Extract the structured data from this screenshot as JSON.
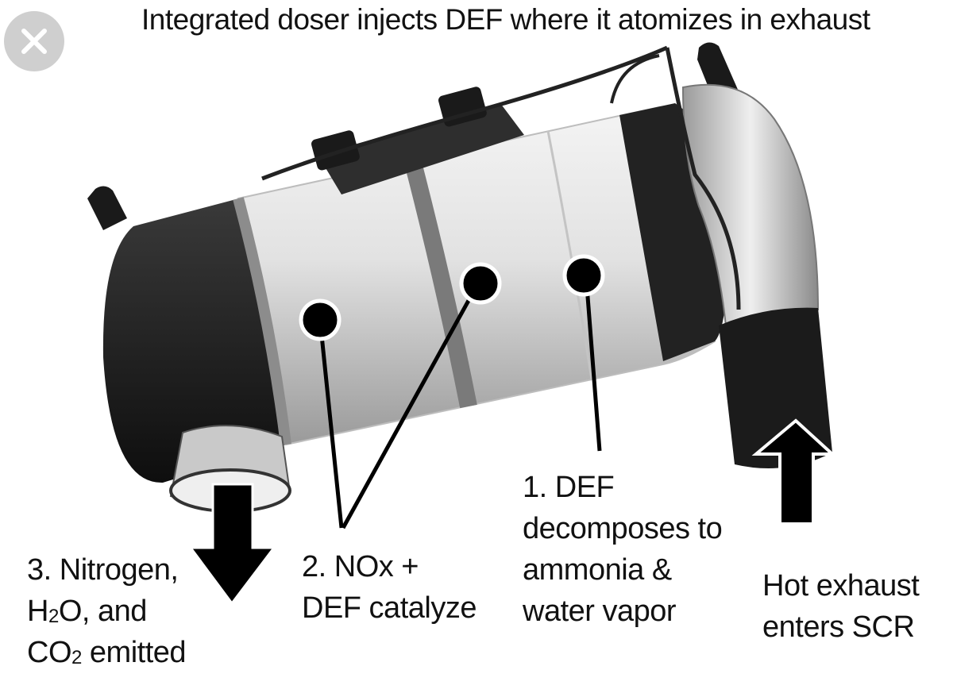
{
  "title": "Integrated doser injects DEF where it atomizes in exhaust",
  "close_icon": "close-icon",
  "labels": {
    "step1": [
      "1. DEF",
      "decomposes to",
      "ammonia &",
      "water vapor"
    ],
    "step2": [
      "2. NOx +",
      "DEF catalyze"
    ],
    "step3": {
      "line1": "3. Nitrogen,",
      "line2_pre": "H",
      "line2_sub": "2",
      "line2_post": "O, and",
      "line3_pre": "CO",
      "line3_sub": "2",
      "line3_post": " emitted"
    },
    "inlet": [
      "Hot exhaust",
      "enters SCR"
    ]
  },
  "colors": {
    "background": "#ffffff",
    "text": "#111111",
    "callout": "#000000",
    "canister": "#e4e4e4",
    "end_cap": "#1f1f1f"
  }
}
